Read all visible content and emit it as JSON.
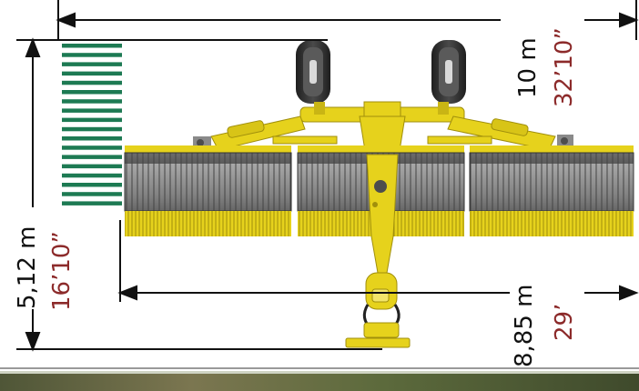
{
  "colors": {
    "machine_yellow": "#e6d21c",
    "machine_yellow_dark": "#b9a510",
    "rotor_grey": "#8a8a8a",
    "rotor_dark": "#4d4d4d",
    "tyre": "#2e2e2e",
    "tyre_hub": "#d9d9d9",
    "windrow_green": "#1d7a53",
    "dimension_line": "#111111",
    "imperial_red": "#8c2a2a",
    "ground_band": "#6a6f45"
  },
  "dimensions": {
    "working_width": {
      "metric": "10 m",
      "imperial": "32’10”"
    },
    "windrow_width": {
      "metric": "8,85 m",
      "imperial": "29’"
    },
    "overall_height": {
      "metric": "5,12 m",
      "imperial": "16’10”"
    }
  },
  "icons": {
    "arrow": "arrowhead",
    "windrow": "green-stripes"
  }
}
